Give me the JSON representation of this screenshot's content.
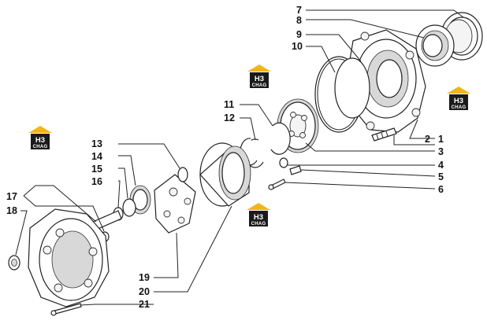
{
  "badge": {
    "letters": "H3",
    "word": "CHAG",
    "colors": {
      "roof": "#f2b517",
      "body": "#1a1a1a",
      "text": "#ffffff"
    }
  },
  "callouts": {
    "c1": "1",
    "c2": "2",
    "c3": "3",
    "c4": "4",
    "c5": "5",
    "c6": "6",
    "c7": "7",
    "c8": "8",
    "c9": "9",
    "c10": "10",
    "c11": "11",
    "c12": "12",
    "c13": "13",
    "c14": "14",
    "c15": "15",
    "c16": "16",
    "c17": "17",
    "c18": "18",
    "c19": "19",
    "c20": "20",
    "c21": "21"
  }
}
